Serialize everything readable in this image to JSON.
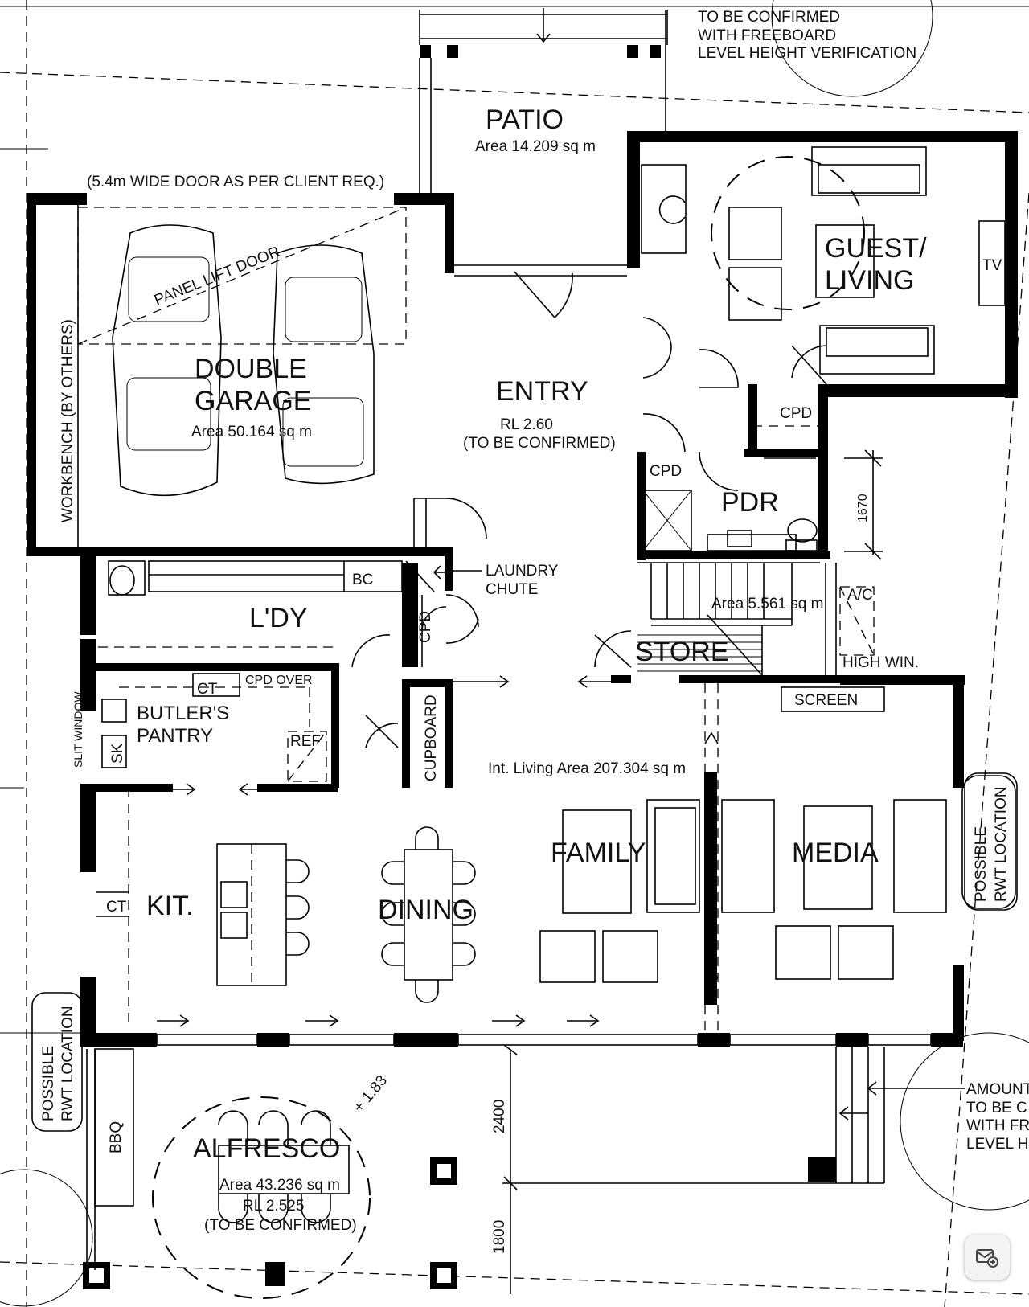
{
  "rooms": {
    "patio": {
      "label": "PATIO",
      "area": "Area 14.209 sq m"
    },
    "garage": {
      "line1": "DOUBLE",
      "line2": "GARAGE",
      "area": "Area 50.164 sq m"
    },
    "guest": {
      "line1": "GUEST/",
      "line2": "LIVING"
    },
    "entry": {
      "label": "ENTRY",
      "rl": "RL 2.60",
      "note": "(TO BE CONFIRMED)"
    },
    "pdr": {
      "label": "PDR"
    },
    "laundry": {
      "label": "L'DY"
    },
    "store": {
      "label": "STORE",
      "area": "Area 5.561 sq m"
    },
    "butlers": {
      "line1": "BUTLER'S",
      "line2": "PANTRY"
    },
    "kitchen": {
      "label": "KIT."
    },
    "dining": {
      "label": "DINING"
    },
    "family": {
      "label": "FAMILY"
    },
    "media": {
      "label": "MEDIA"
    },
    "alfresco": {
      "label": "ALFRESCO",
      "area": "Area 43.236 sq m",
      "rl": "RL 2.525",
      "note": "(TO BE CONFIRMED)"
    }
  },
  "annotations": {
    "confirm_top": [
      "TO BE CONFIRMED",
      "WITH FREEBOARD",
      "LEVEL HEIGHT VERIFICATION"
    ],
    "confirm_right": [
      "AMOUNT",
      "TO BE C",
      "WITH FR",
      "LEVEL H"
    ],
    "wide_door": "(5.4m WIDE DOOR AS PER CLIENT REQ.)",
    "panel_lift": "PANEL LIFT DOOR",
    "workbench": "WORKBENCH (BY OTHERS)",
    "tv": "TV",
    "cpd": "CPD",
    "bc": "BC",
    "laundry_chute": [
      "LAUNDRY",
      "CHUTE"
    ],
    "ac": "A/C",
    "high_window": "HIGH WIN.",
    "screen": "SCREEN",
    "ct": "CT",
    "cpd_over": "CPD OVER",
    "ref": "REF",
    "sk": "SK",
    "cupboard": "CUPBOARD",
    "slit_window": "SLIT WINDOW",
    "int_living_area": "Int. Living Area 207.304 sq m",
    "rwt_left": [
      "POSSIBLE",
      "RWT LOCATION"
    ],
    "rwt_right": [
      "POSSIBLE",
      "RWT LOCATION"
    ],
    "bbq": "BBQ",
    "level": "+ 1.83",
    "dim_1670": "1670",
    "dim_2400": "2400",
    "dim_1800": "1800"
  },
  "icons": {
    "fab": "mail-add-icon"
  }
}
